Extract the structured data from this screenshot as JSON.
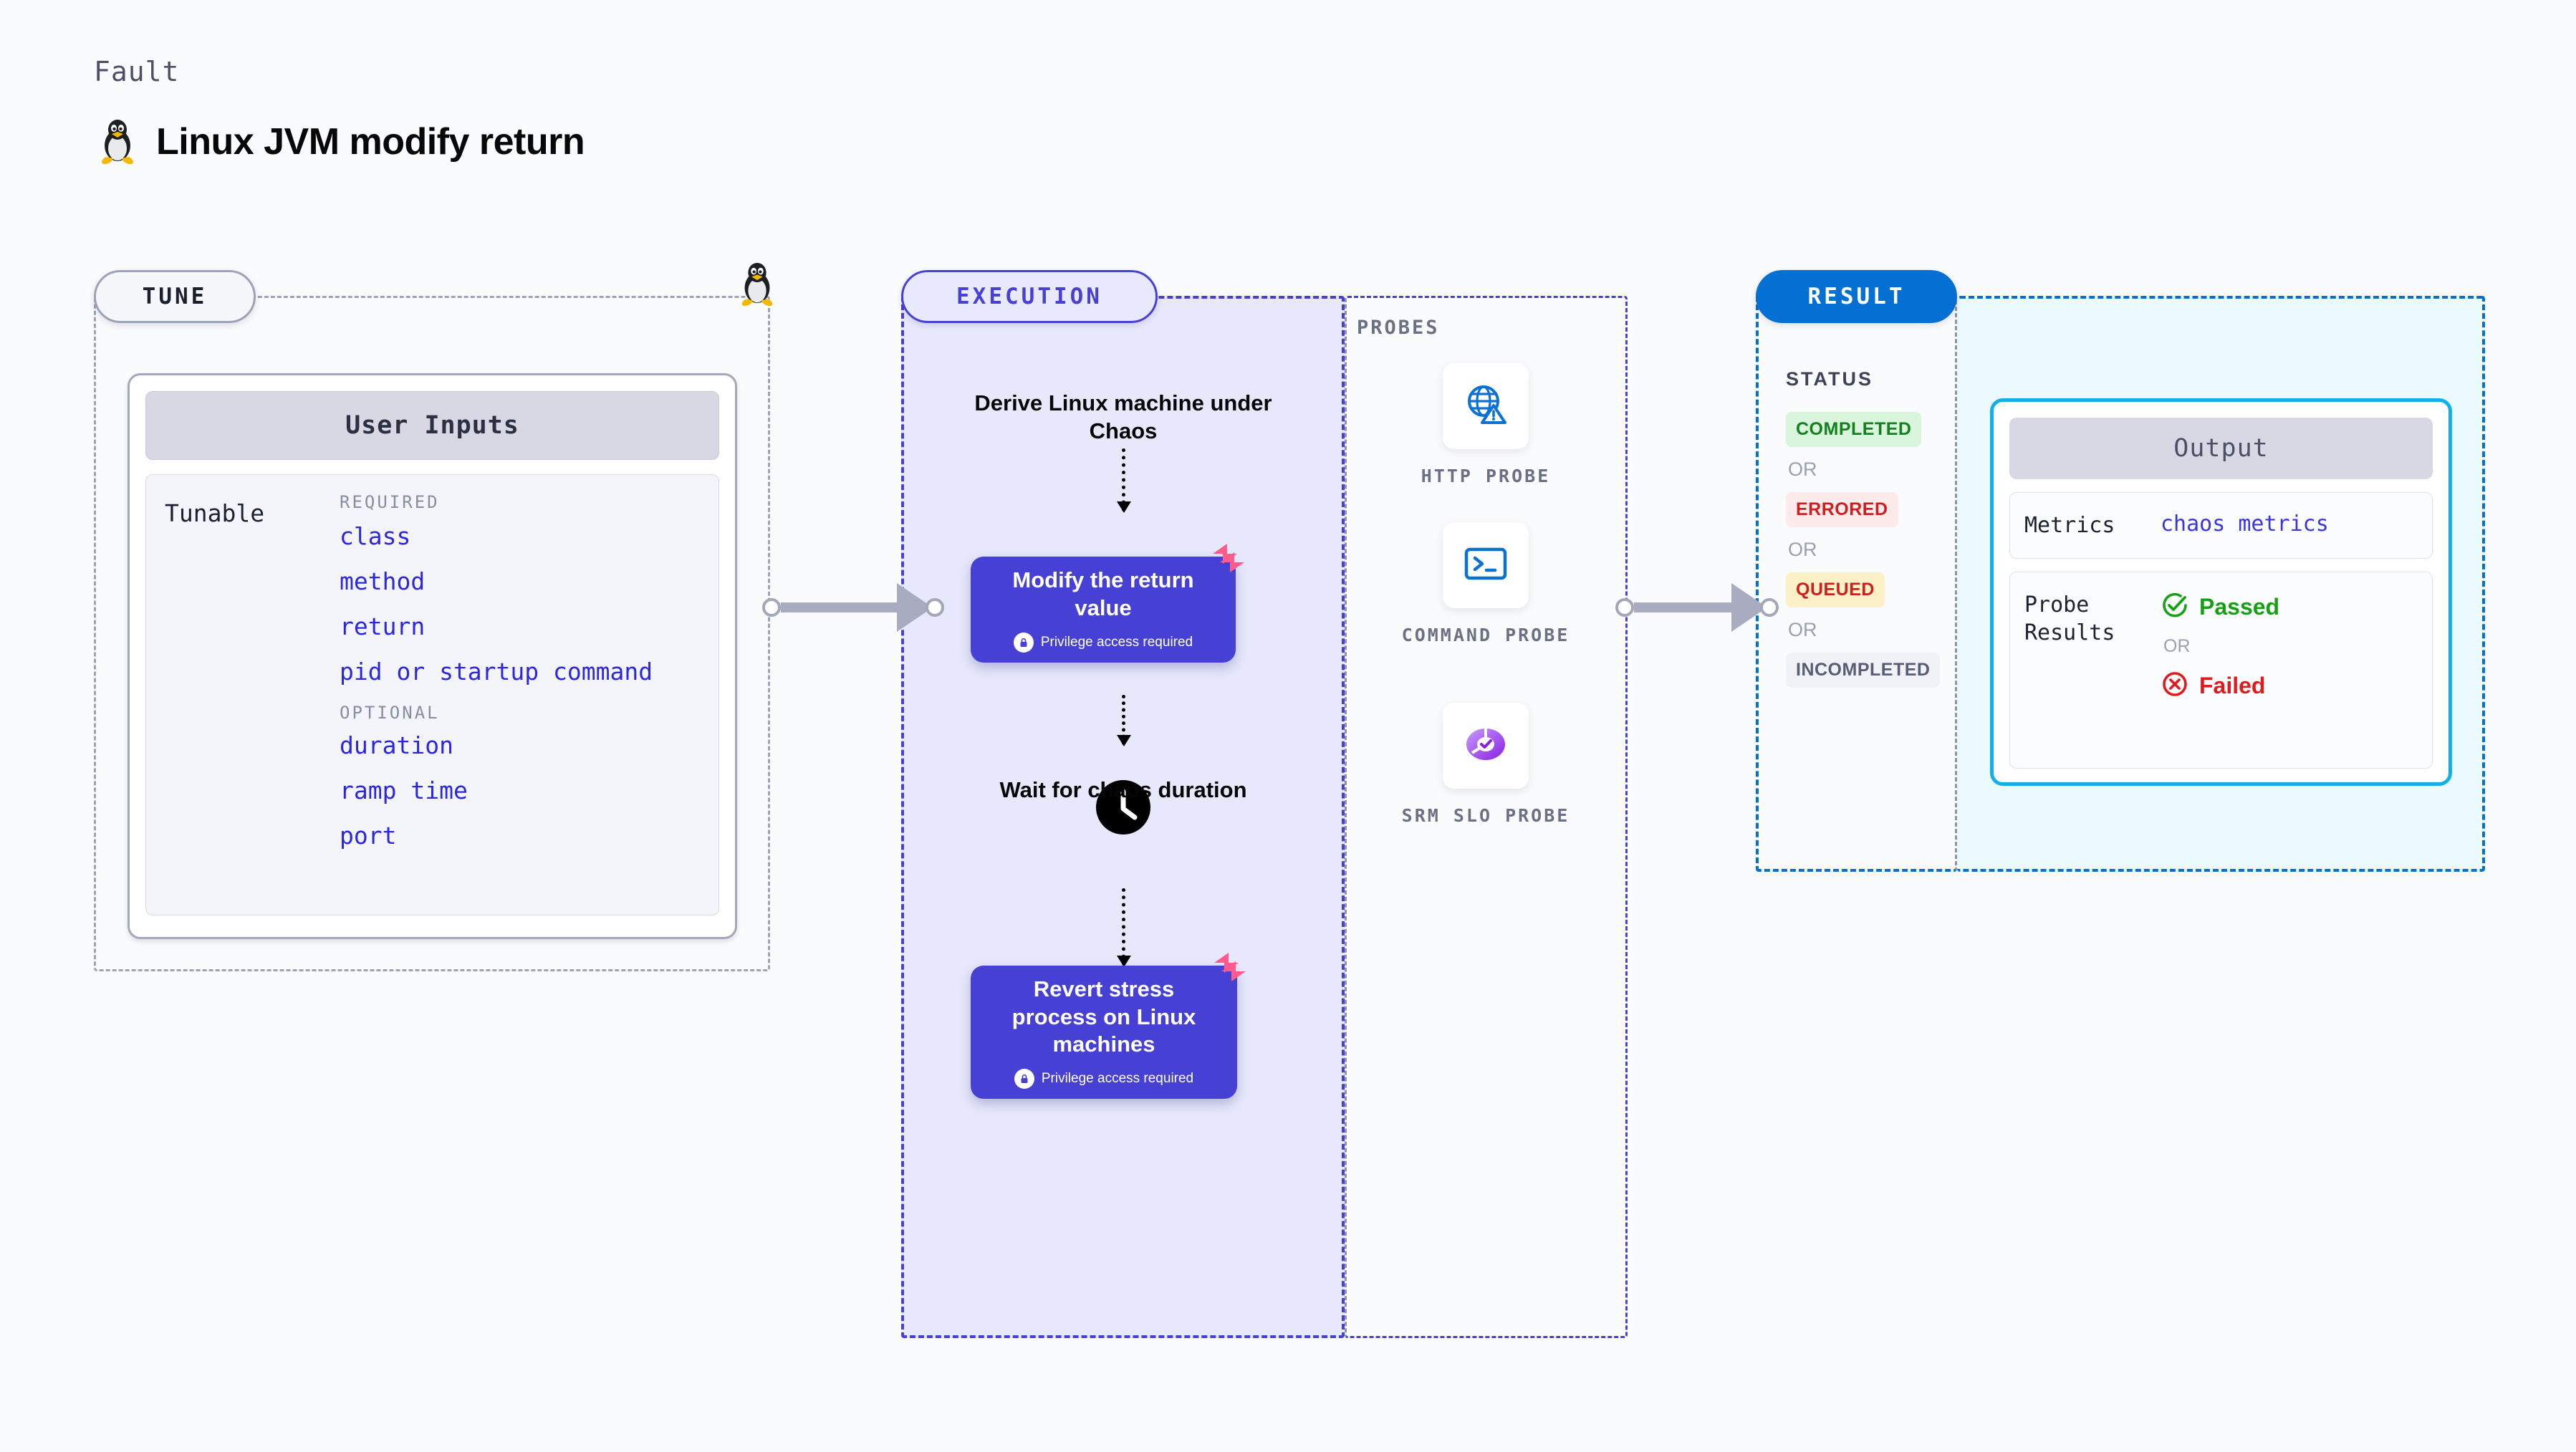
{
  "header": {
    "kicker": "Fault",
    "title": "Linux JVM modify return",
    "icon": "linux-penguin-icon"
  },
  "sections": {
    "tune": {
      "pill_label": "TUNE"
    },
    "execution": {
      "pill_label": "EXECUTION"
    },
    "probes": {
      "label": "PROBES"
    },
    "result": {
      "pill_label": "RESULT"
    }
  },
  "tune": {
    "card_title": "User Inputs",
    "row_label": "Tunable",
    "groups": [
      {
        "heading": "REQUIRED",
        "items": [
          "class",
          "method",
          "return",
          "pid or startup command"
        ]
      },
      {
        "heading": "OPTIONAL",
        "items": [
          "duration",
          "ramp time",
          "port"
        ]
      }
    ]
  },
  "execution": {
    "steps": [
      {
        "type": "plain",
        "label": "Derive Linux machine under Chaos"
      },
      {
        "type": "action",
        "label": "Modify the return value",
        "note": "Privilege access required",
        "badge_icon": "harness-logo-icon"
      },
      {
        "type": "wait",
        "label": "Wait for chaos duration",
        "icon": "clock-icon"
      },
      {
        "type": "action",
        "label": "Revert stress process on Linux machines",
        "note": "Privilege access required",
        "badge_icon": "harness-logo-icon"
      }
    ]
  },
  "probes": [
    {
      "name": "HTTP PROBE",
      "icon": "globe-warning-icon"
    },
    {
      "name": "COMMAND PROBE",
      "icon": "terminal-icon"
    },
    {
      "name": "SRM SLO PROBE",
      "icon": "srm-slo-icon"
    }
  ],
  "result": {
    "status_heading": "STATUS",
    "or_label": "OR",
    "statuses": [
      {
        "label": "COMPLETED",
        "variant": "completed"
      },
      {
        "label": "ERRORED",
        "variant": "errored"
      },
      {
        "label": "QUEUED",
        "variant": "queued"
      },
      {
        "label": "INCOMPLETED",
        "variant": "incompleted"
      }
    ]
  },
  "output": {
    "title": "Output",
    "metrics_key": "Metrics",
    "metrics_value": "chaos metrics",
    "probe_results_key": "Probe Results",
    "passed_label": "Passed",
    "failed_label": "Failed",
    "or_label": "OR"
  },
  "colors": {
    "execution_accent": "#4740d4",
    "result_accent": "#0570d4",
    "output_border": "#12b0ea",
    "tune_accent": "#9ca3b8",
    "harness_pink": "#ff5c8d",
    "passed_green": "#16a016",
    "failed_red": "#e01b1b",
    "tunable_link": "#2b26e0"
  }
}
